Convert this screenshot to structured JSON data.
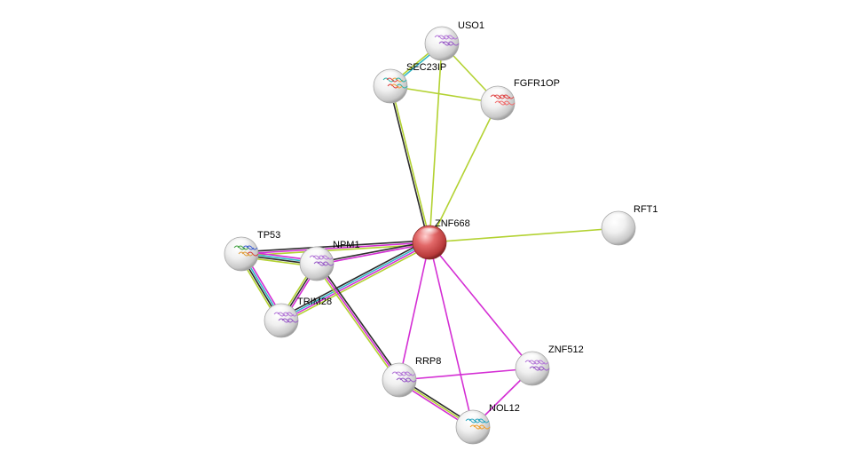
{
  "network": {
    "colors": {
      "textmining": "#b3d232",
      "experiments": "#d42ed4",
      "database": "#34b8c8",
      "coexpression": "#2d2d2d",
      "homology": "#7c74d8",
      "node_query": "#d9534f",
      "node_default": "#e8e8e8"
    },
    "nodes": [
      {
        "id": "ZNF668",
        "label": "ZNF668",
        "query": true,
        "structure": "none"
      },
      {
        "id": "USO1",
        "label": "USO1",
        "structure": "purple"
      },
      {
        "id": "SEC23IP",
        "label": "SEC23IP",
        "structure": "teal-red"
      },
      {
        "id": "FGFR1OP",
        "label": "FGFR1OP",
        "structure": "red"
      },
      {
        "id": "RFT1",
        "label": "RFT1",
        "structure": "none"
      },
      {
        "id": "TP53",
        "label": "TP53",
        "structure": "multicolor"
      },
      {
        "id": "NPM1",
        "label": "NPM1",
        "structure": "purple"
      },
      {
        "id": "TRIM28",
        "label": "TRIM28",
        "structure": "purple"
      },
      {
        "id": "RRP8",
        "label": "RRP8",
        "structure": "purple"
      },
      {
        "id": "ZNF512",
        "label": "ZNF512",
        "structure": "purple"
      },
      {
        "id": "NOL12",
        "label": "NOL12",
        "structure": "teal-orange"
      }
    ],
    "edges": [
      {
        "source": "ZNF668",
        "target": "SEC23IP",
        "types": [
          "coexpression",
          "textmining"
        ]
      },
      {
        "source": "ZNF668",
        "target": "USO1",
        "types": [
          "textmining"
        ]
      },
      {
        "source": "ZNF668",
        "target": "FGFR1OP",
        "types": [
          "textmining"
        ]
      },
      {
        "source": "ZNF668",
        "target": "RFT1",
        "types": [
          "textmining"
        ]
      },
      {
        "source": "ZNF668",
        "target": "TP53",
        "types": [
          "textmining",
          "experiments",
          "coexpression"
        ]
      },
      {
        "source": "ZNF668",
        "target": "NPM1",
        "types": [
          "experiments",
          "coexpression"
        ]
      },
      {
        "source": "ZNF668",
        "target": "TRIM28",
        "types": [
          "textmining",
          "experiments",
          "database",
          "coexpression"
        ]
      },
      {
        "source": "ZNF668",
        "target": "RRP8",
        "types": [
          "experiments"
        ]
      },
      {
        "source": "ZNF668",
        "target": "ZNF512",
        "types": [
          "experiments"
        ]
      },
      {
        "source": "ZNF668",
        "target": "NOL12",
        "types": [
          "experiments"
        ]
      },
      {
        "source": "USO1",
        "target": "SEC23IP",
        "types": [
          "database",
          "textmining"
        ]
      },
      {
        "source": "USO1",
        "target": "FGFR1OP",
        "types": [
          "textmining"
        ]
      },
      {
        "source": "SEC23IP",
        "target": "FGFR1OP",
        "types": [
          "textmining"
        ]
      },
      {
        "source": "TP53",
        "target": "NPM1",
        "types": [
          "experiments",
          "database",
          "coexpression",
          "textmining"
        ]
      },
      {
        "source": "TP53",
        "target": "TRIM28",
        "types": [
          "experiments",
          "database",
          "coexpression",
          "textmining"
        ]
      },
      {
        "source": "NPM1",
        "target": "TRIM28",
        "types": [
          "experiments",
          "coexpression",
          "textmining"
        ]
      },
      {
        "source": "NPM1",
        "target": "RRP8",
        "types": [
          "coexpression",
          "experiments",
          "textmining"
        ]
      },
      {
        "source": "RRP8",
        "target": "NOL12",
        "types": [
          "coexpression",
          "textmining",
          "experiments"
        ]
      },
      {
        "source": "RRP8",
        "target": "ZNF512",
        "types": [
          "experiments"
        ]
      },
      {
        "source": "ZNF512",
        "target": "NOL12",
        "types": [
          "experiments"
        ]
      }
    ]
  }
}
